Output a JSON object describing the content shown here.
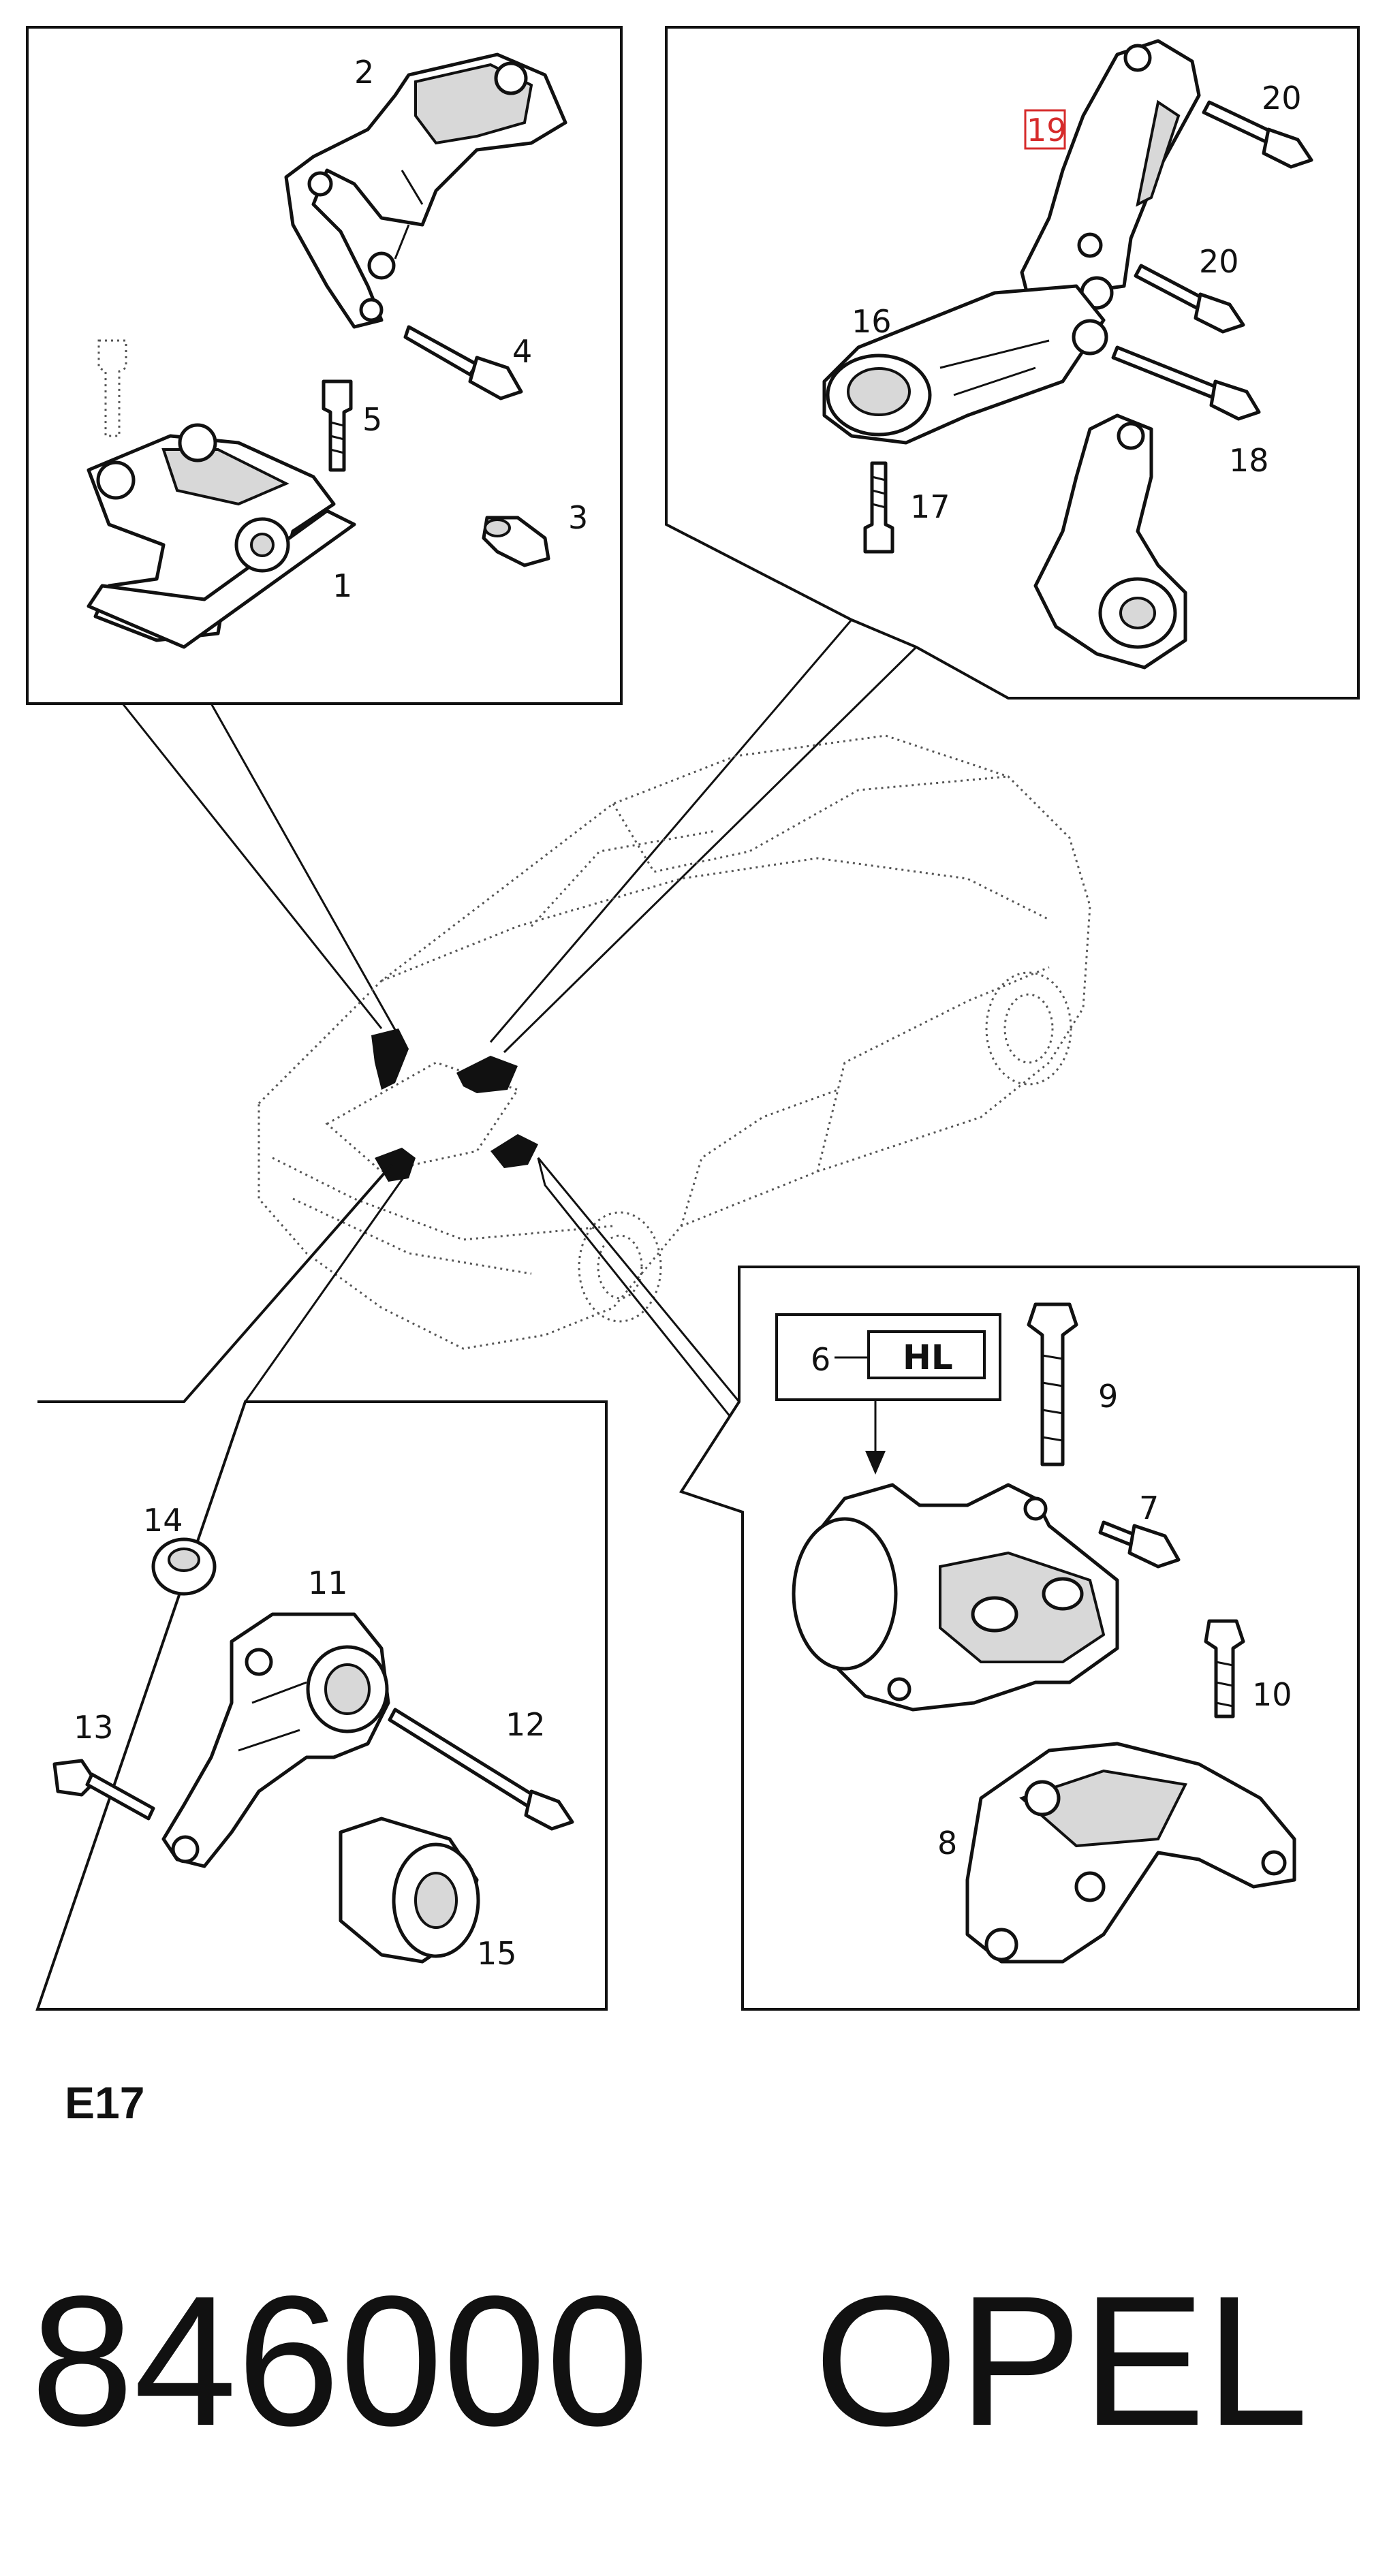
{
  "diagram_code": "E17",
  "part_number": "846000",
  "brand": "OPEL",
  "box_label": "HL",
  "labels": {
    "p1": "1",
    "p2": "2",
    "p3": "3",
    "p4": "4",
    "p5": "5",
    "p6": "6",
    "p7": "7",
    "p8": "8",
    "p9": "9",
    "p10": "10",
    "p11": "11",
    "p12": "12",
    "p13": "13",
    "p14": "14",
    "p15": "15",
    "p16": "16",
    "p17": "17",
    "p18": "18",
    "p19": "19",
    "p20a": "20",
    "p20b": "20"
  },
  "highlight_color": "#d62b2b"
}
